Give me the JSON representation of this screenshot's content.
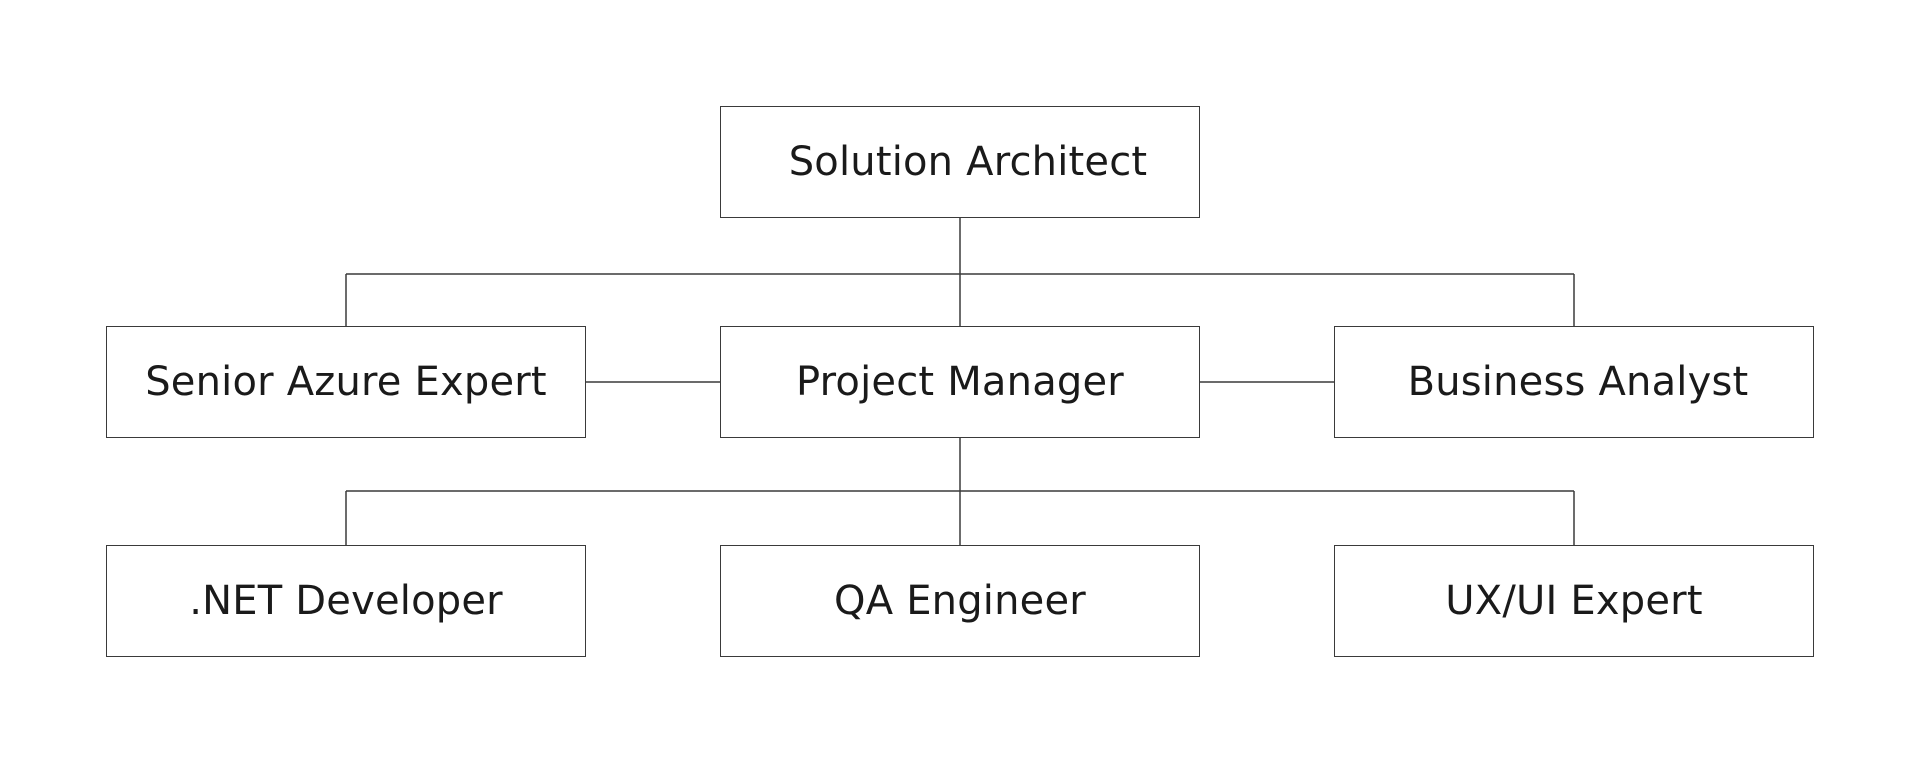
{
  "org_chart": {
    "root": {
      "label": "Solution Architect"
    },
    "middle": [
      {
        "label": "Senior Azure Expert"
      },
      {
        "label": "Project Manager"
      },
      {
        "label": "Business Analyst"
      }
    ],
    "bottom": [
      {
        "label": ".NET Developer"
      },
      {
        "label": "QA Engineer"
      },
      {
        "label": "UX/UI Expert"
      }
    ],
    "line_color": "#3a3a3a",
    "box_border_color": "#3a3a3a",
    "text_color": "#1a1a1a"
  }
}
